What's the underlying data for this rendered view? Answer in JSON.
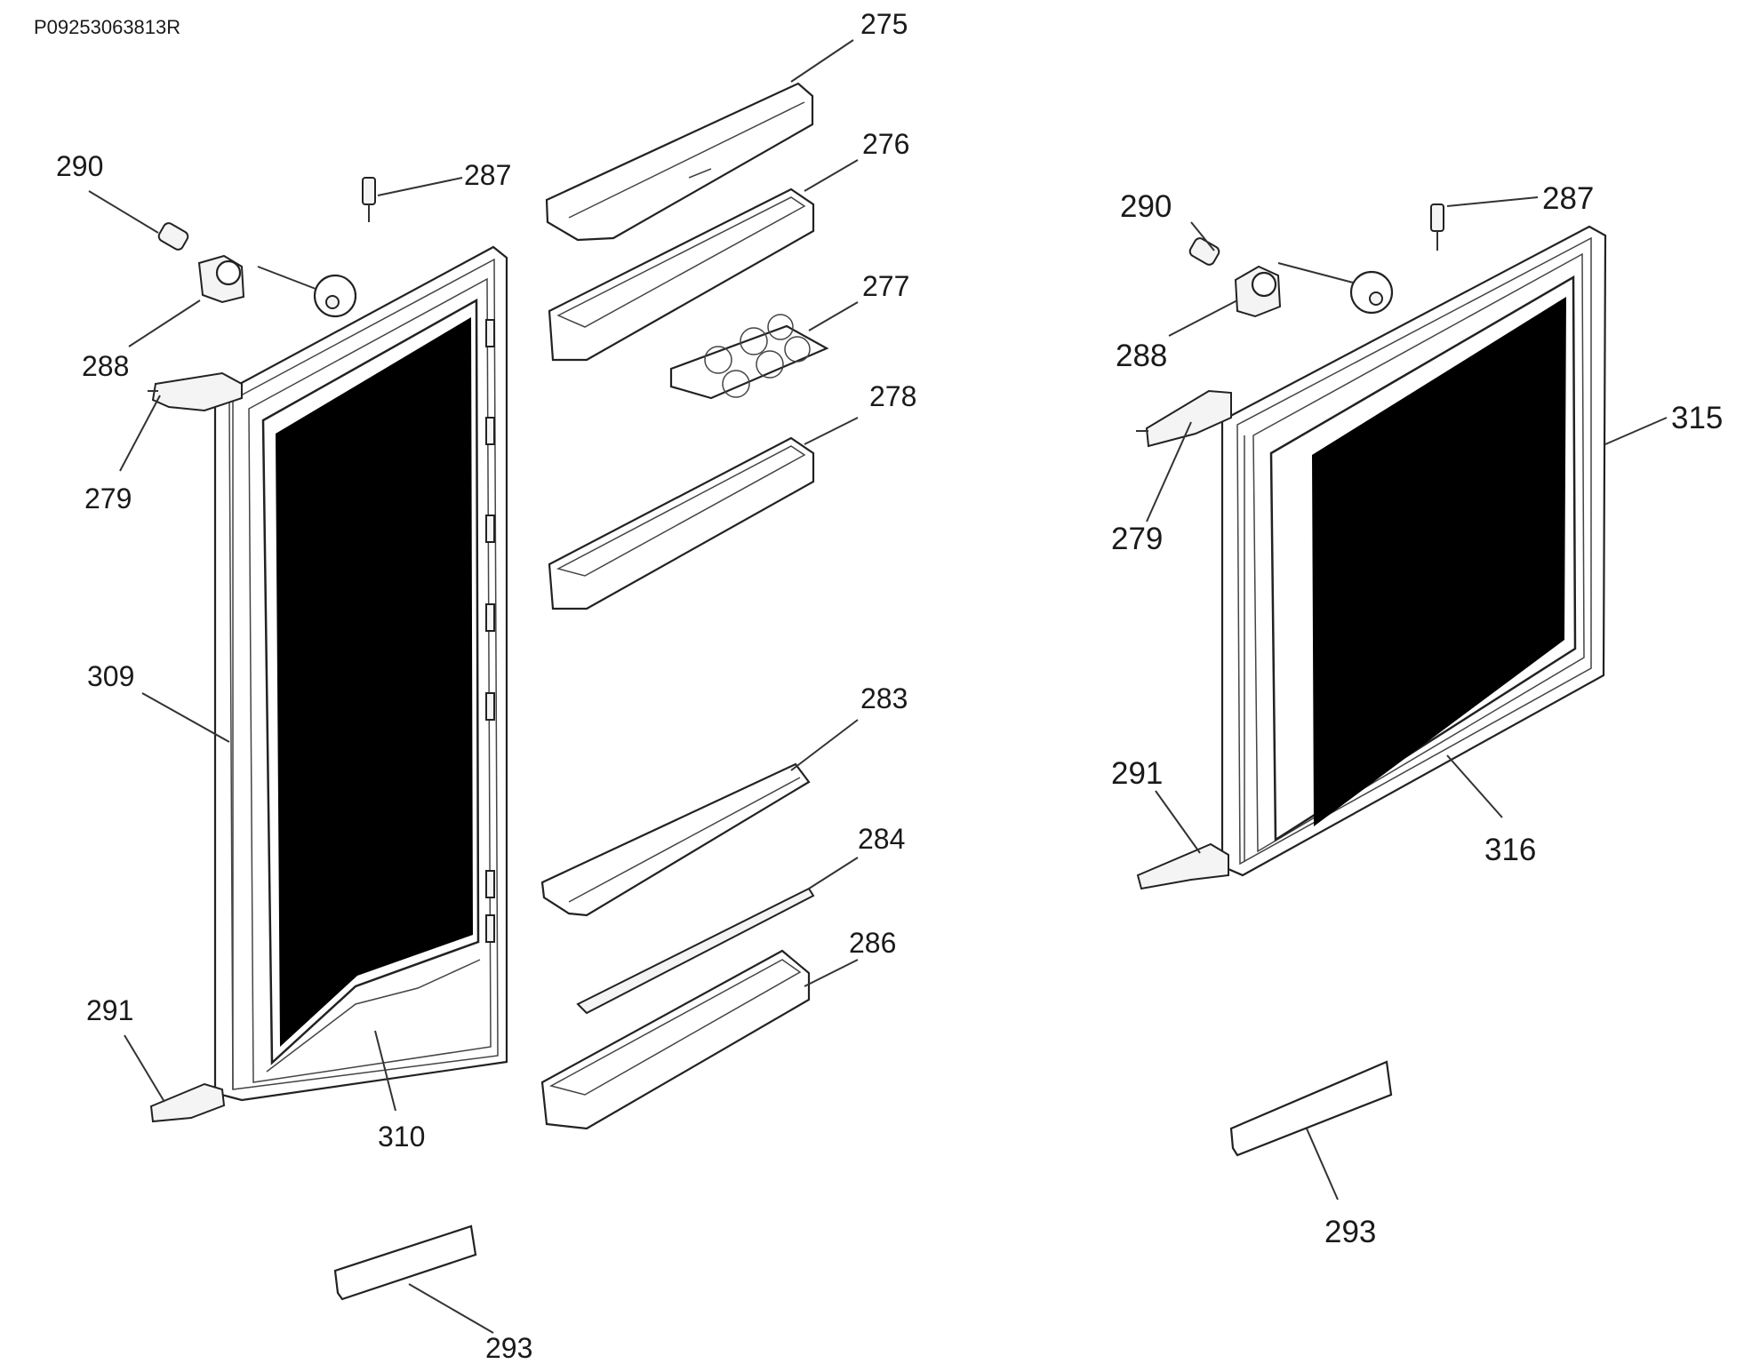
{
  "diagram_code": "P09253063813R",
  "left_assembly": {
    "labels": {
      "p275": "275",
      "p276": "276",
      "p277": "277",
      "p278": "278",
      "p283": "283",
      "p284": "284",
      "p286": "286",
      "p287": "287",
      "p288": "288",
      "p290": "290",
      "p279": "279",
      "p309": "309",
      "p291": "291",
      "p310": "310",
      "p293": "293"
    }
  },
  "right_assembly": {
    "labels": {
      "p290": "290",
      "p287": "287",
      "p288": "288",
      "p315": "315",
      "p279": "279",
      "p291": "291",
      "p316": "316",
      "p293": "293"
    }
  }
}
